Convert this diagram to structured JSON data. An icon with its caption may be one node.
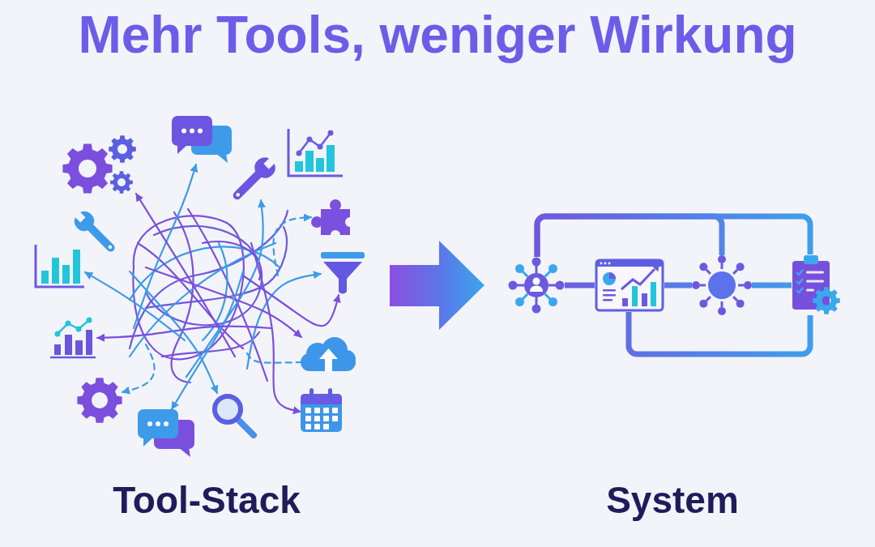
{
  "diagram": {
    "title": "Mehr Tools, weniger Wirkung",
    "nodes": [
      {
        "text": [],
        "shape": "picture"
      },
      {
        "text": [],
        "shape": "picture"
      },
      {
        "text": [],
        "shape": "picture"
      },
      {
        "text": [],
        "shape": "picture"
      },
      {
        "text": [],
        "shape": "picture"
      },
      {
        "text": [],
        "shape": "picture"
      },
      {
        "text": [],
        "shape": "picture"
      },
      {
        "text": [],
        "shape": "picture"
      },
      {
        "text": [],
        "shape": "picture"
      },
      {
        "text": [],
        "shape": "picture"
      },
      {
        "text": [],
        "shape": "picture"
      },
      {
        "text": [],
        "shape": "picture"
      },
      {
        "text": [],
        "shape": "picture"
      },
      {
        "text": [],
        "shape": "picture"
      },
      {
        "text": [],
        "shape": "picture"
      },
      {
        "text": [],
        "shape": "picture"
      },
      {
        "text": [],
        "shape": "picture"
      },
      {
        "text": [],
        "shape": "picture"
      }
    ],
    "edges": [
      {
        "from": null,
        "to": 0,
        "arrow": "to",
        "color": "#3d9be9"
      },
      {
        "from": null,
        "to": 2,
        "arrow": "to",
        "color": "#7b4fdd"
      },
      {
        "from": null,
        "to": 3,
        "arrow": "to",
        "color": "#3d9be9"
      },
      {
        "from": null,
        "to": 4,
        "arrow": "to",
        "style": "dashed",
        "color": "#3d9be9"
      },
      {
        "from": null,
        "to": 7,
        "arrow": "to",
        "color": "#3d9be9"
      },
      {
        "from": null,
        "to": 7,
        "arrow": "to",
        "color": "#7b4fdd"
      },
      {
        "from": null,
        "to": 9,
        "arrow": "to",
        "color": "#7b4fdd"
      },
      {
        "from": null,
        "to": 9,
        "arrow": "none",
        "style": "dashed",
        "color": "#3d9be9"
      },
      {
        "from": null,
        "to": 11,
        "arrow": "to",
        "color": "#7b4fdd"
      },
      {
        "from": null,
        "to": 12,
        "arrow": "to",
        "color": "#3d9be9"
      },
      {
        "from": null,
        "to": 13,
        "arrow": "to",
        "color": "#3d9be9"
      },
      {
        "from": null,
        "to": 10,
        "arrow": "to",
        "style": "dashed",
        "color": "#3d9be9"
      },
      {
        "from": null,
        "to": 8,
        "arrow": "to",
        "color": "#7b4fdd"
      },
      {
        "from": null,
        "to": 6,
        "arrow": "to",
        "color": "#3d9be9"
      },
      {
        "from": 14,
        "to": 15,
        "arrow": "none",
        "style": "thick"
      },
      {
        "from": 15,
        "to": 16,
        "arrow": "none",
        "style": "thick"
      },
      {
        "from": 16,
        "to": 17,
        "arrow": "none",
        "style": "thick"
      },
      {
        "from": 14,
        "to": 16,
        "arrow": "none",
        "style": "thick"
      },
      {
        "from": 14,
        "to": 17,
        "arrow": "none",
        "style": "thick"
      },
      {
        "from": 15,
        "to": 17,
        "arrow": "none",
        "style": "thick"
      }
    ],
    "labels": [
      "Tool-Stack",
      "System"
    ]
  }
}
